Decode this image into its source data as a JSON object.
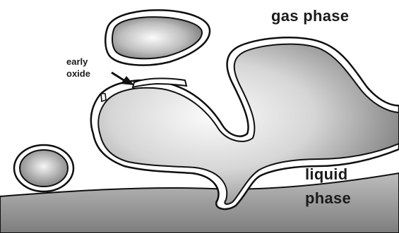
{
  "diagram": {
    "labels": {
      "gas_phase": "gas phase",
      "liquid_phase_line1": "liquid",
      "liquid_phase_line2": "phase",
      "early_oxide_line1": "early",
      "early_oxide_line2": "oxide"
    },
    "colors": {
      "outline": "#0f0f0f",
      "shell": "#ffffff",
      "fill_light": "#f7f7f7",
      "fill_dark": "#6e6e6e"
    }
  }
}
